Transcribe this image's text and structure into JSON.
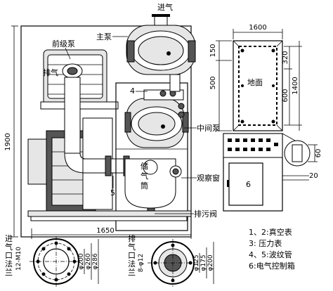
{
  "labels": {
    "intake_top": "进气",
    "main_pump": "主泵",
    "backing_pump": "前级泵",
    "exhaust": "排气",
    "intermediate_pump": "中间泵",
    "observation_window": "观察窗",
    "storage_tank": "储气筒",
    "drain_valve": "排污阀",
    "ground": "地面",
    "cabinet_number": "6"
  },
  "callouts": {
    "c4": "4",
    "c5": "5"
  },
  "dimensions": {
    "overall_height": "1900",
    "overall_width": "1650",
    "plan_width": "1600",
    "plan_d150": "150",
    "plan_d500": "500",
    "plan_d320": "320",
    "plan_d600": "600",
    "plan_d1400": "1400",
    "detail_60": "60",
    "detail_20": "20"
  },
  "legend": [
    "1、2:真空表",
    "3:    压力表",
    "4、5:波纹管",
    "6:电气控制箱"
  ],
  "flange_in": {
    "side_label": "进气口法兰",
    "bolt": "12-M10",
    "d1": "φ200",
    "d2": "φ260",
    "d3": "φ286"
  },
  "flange_out": {
    "side_label": "排气口法兰",
    "bolt": "8-φ12",
    "d1": "φ125",
    "d2": "φ175",
    "d3": "φ200"
  }
}
